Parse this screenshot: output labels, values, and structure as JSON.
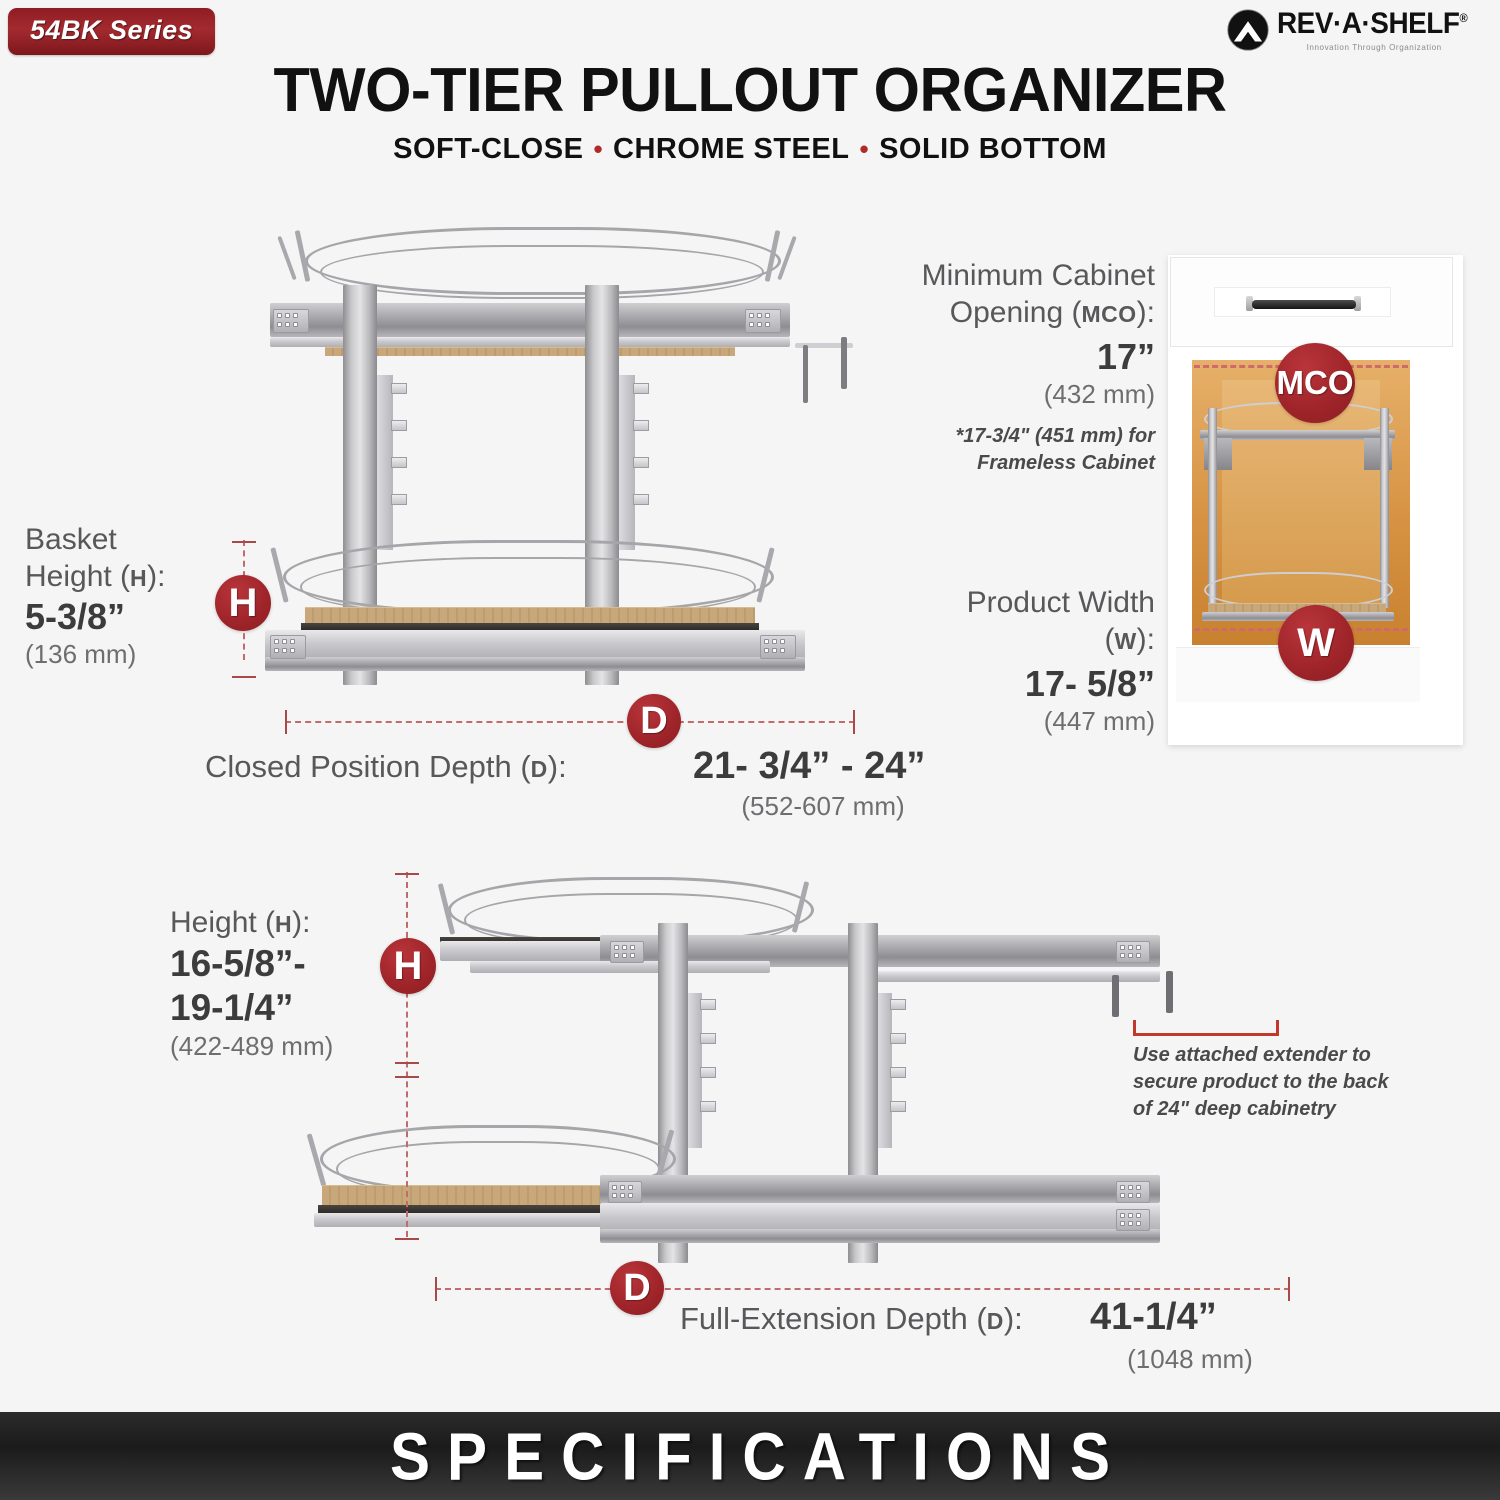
{
  "header": {
    "series_badge": "54BK Series",
    "logo_word": "REV·A·SHELF",
    "logo_tm": "®",
    "logo_tagline": "Innovation Through Organization",
    "logo_icon": "rev-a-shelf-circle-logo"
  },
  "title": "TWO-TIER PULLOUT ORGANIZER",
  "subtitle": {
    "part1": "SOFT-CLOSE",
    "bullet": "•",
    "part2": "CHROME STEEL",
    "part3": "SOLID BOTTOM"
  },
  "specs": {
    "basket_height": {
      "label_line1": "Basket",
      "label_line2": "Height (",
      "label_key": "H",
      "label_close": "):",
      "value": "5-3/8”",
      "metric": "(136 mm)",
      "badge": "H"
    },
    "mco": {
      "label_line1": "Minimum Cabinet",
      "label_line2": "Opening (",
      "label_key": "MCO",
      "label_close": "):",
      "value": "17”",
      "metric": "(432 mm)",
      "note_line1": "*17-3/4\" (451 mm) for",
      "note_line2": "Frameless Cabinet",
      "badge": "MCO"
    },
    "product_width": {
      "label_line1": "Product Width",
      "label_line2": "(",
      "label_key": "W",
      "label_close": "):",
      "value": "17- 5/8”",
      "metric": "(447 mm)",
      "badge": "W"
    },
    "closed_depth": {
      "label": "Closed Position Depth (",
      "label_key": "D",
      "label_close": "):",
      "value": "21- 3/4” - 24”",
      "metric": "(552-607 mm)",
      "badge": "D"
    },
    "height": {
      "label_line1": "Height (",
      "label_key": "H",
      "label_close": "):",
      "value_line1": "16-5/8”-",
      "value_line2": "19-1/4”",
      "metric": "(422-489 mm)",
      "badge": "H"
    },
    "full_depth": {
      "label": "Full-Extension Depth (",
      "label_key": "D",
      "label_close": "):",
      "value": "41-1/4”",
      "metric": "(1048 mm)",
      "badge": "D"
    },
    "extender_note": {
      "line1": "Use attached extender to",
      "line2": "secure product to the back",
      "line3": "of 24\" deep cabinetry"
    }
  },
  "footer": {
    "text": "SPECIFICATIONS"
  },
  "colors": {
    "accent_red": "#9e2429",
    "badge_red": "#a32a2f",
    "dim_line": "#c16b6b",
    "bracket_red": "#c0392b",
    "background": "#f5f5f5",
    "footer_bg": "#1b1b1b",
    "wood": "#c8a87a",
    "cabinet_interior": "#d79343"
  }
}
